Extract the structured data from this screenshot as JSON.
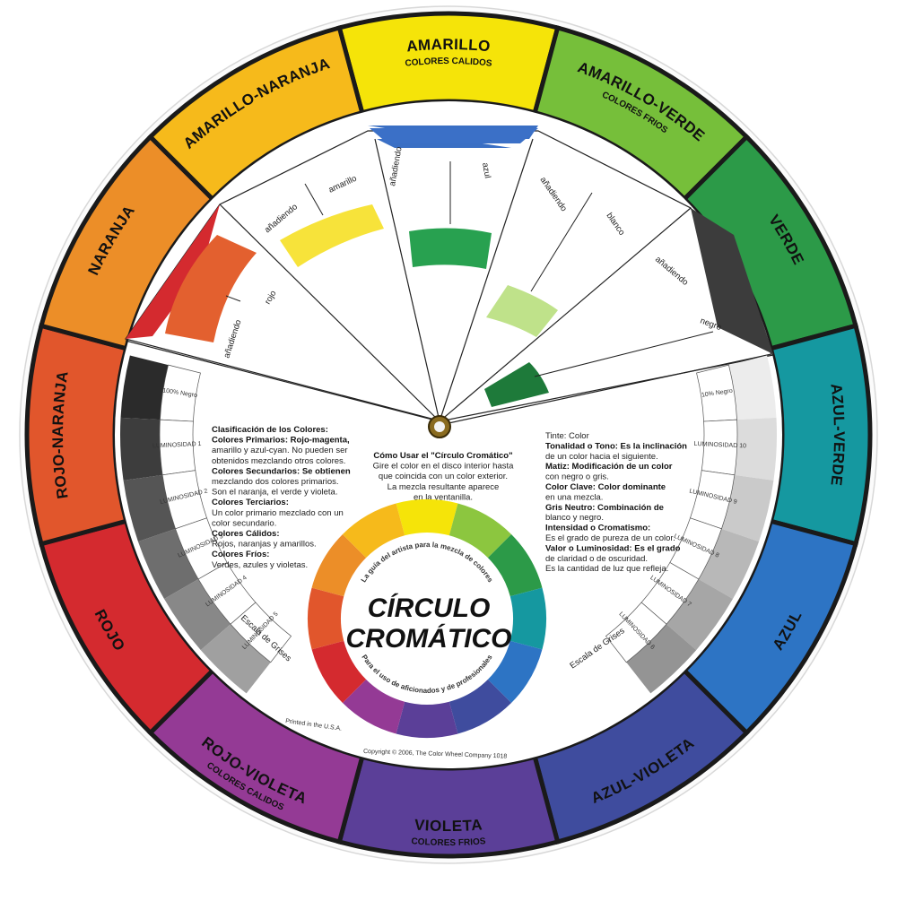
{
  "outer_ring": [
    {
      "label": "AMARILLO",
      "color": "#f5e409",
      "sub": "COLORES CALIDOS"
    },
    {
      "label": "AMARILLO-VERDE",
      "color": "#76bf3a",
      "sub": "COLORES FRIOS"
    },
    {
      "label": "VERDE",
      "color": "#2c9a48",
      "sub": ""
    },
    {
      "label": "AZUL-VERDE",
      "color": "#1598a0",
      "sub": ""
    },
    {
      "label": "AZUL",
      "color": "#2d74c4",
      "sub": ""
    },
    {
      "label": "AZUL-VIOLETA",
      "color": "#3f4c9e",
      "sub": ""
    },
    {
      "label": "VIOLETA",
      "color": "#5b3f98",
      "sub": "COLORES FRIOS"
    },
    {
      "label": "ROJO-VIOLETA",
      "color": "#943a95",
      "sub": "COLORES CALIDOS"
    },
    {
      "label": "ROJO",
      "color": "#d42a2f",
      "sub": ""
    },
    {
      "label": "ROJO-NARANJA",
      "color": "#e1562c",
      "sub": ""
    },
    {
      "label": "NARANJA",
      "color": "#ec8e28",
      "sub": ""
    },
    {
      "label": "AMARILLO-NARANJA",
      "color": "#f6ba1b",
      "sub": ""
    }
  ],
  "window_labels": {
    "a1": "añadiendo",
    "a1b": "azul",
    "a2": "añadiendo",
    "a2b": "blanco",
    "a3": "añadiendo",
    "a3b": "negro",
    "a4": "añadiendo",
    "a4b": "amarillo",
    "a5": "añadiendo",
    "a5b": "rojo"
  },
  "left_text": {
    "heading": "Clasificación de los Colores:",
    "l1": "Colores Primarios: Rojo-magenta,",
    "l2": "amarillo y azul-cyan.  No pueden ser",
    "l3": "obtenidos mezclando otros colores.",
    "l4": "Colores Secundarios: Se obtienen",
    "l5": "mezclando dos colores primarios.",
    "l6": "Son el naranja, el verde y violeta.",
    "l7": "Colores Terciarios:",
    "l8": "Un color primario mezclado con un",
    "l9": "color secundario.",
    "l10": "Colores Cálidos:",
    "l11": "Rojos, naranjas y amarillos.",
    "l12": "Colores Fríos:",
    "l13": "Verdes, azules y violetas."
  },
  "center_text": {
    "heading": "Cómo Usar el \"Círculo Cromático\"",
    "l1": "Gire el color en el disco interior hasta",
    "l2": "que coincida con un color exterior.",
    "l3": "La mezcla resultante aparece",
    "l4": "en la ventanilla."
  },
  "right_text": {
    "l1": "Tinte: Color",
    "l2": "Tonalidad o Tono: Es la inclinación",
    "l3": "de un color hacia el siguiente.",
    "l4": "Matiz: Modificación de un color",
    "l5": "con negro o gris.",
    "l6": "Color Clave: Color dominante",
    "l7": "en una mezcla.",
    "l8": "Gris Neutro: Combinación de",
    "l9": "blanco y negro.",
    "l10": "Intensidad o Cromatismo:",
    "l11": "Es el grado de pureza de un color.",
    "l12": "Valor o Luminosidad: Es el grado",
    "l13": "de claridad o de oscuridad.",
    "l14": "Es la cantidad de luz que refleja."
  },
  "gray_scale": {
    "label_left": "Escala de Grises",
    "label_right": "Escala de Grises",
    "left_steps": [
      "100% Negro",
      "LUMINOSIDAD 1",
      "LUMINOSIDAD 2",
      "LUMINOSIDAD 3",
      "LUMINOSIDAD 4",
      "LUMINOSIDAD 5"
    ],
    "right_steps": [
      "10% Negro",
      "LUMINOSIDAD 10",
      "LUMINOSIDAD 9",
      "LUMINOSIDAD 8",
      "LUMINOSIDAD 7",
      "LUMINOSIDAD 6"
    ]
  },
  "inner_wheel": {
    "title_line1": "CÍRCULO",
    "title_line2": "CROMÁTICO",
    "arc_top": "La guía del artista para la mezcla de colores",
    "arc_bottom": "Para el uso de aficionados y de profesionales",
    "colors": [
      "#f5e409",
      "#8cc63f",
      "#2c9a48",
      "#1598a0",
      "#2d74c4",
      "#3f4c9e",
      "#5b3f98",
      "#943a95",
      "#d42a2f",
      "#e1562c",
      "#ec8e28",
      "#f6ba1b"
    ]
  },
  "footer": {
    "printed": "Printed in the U.S.A.",
    "copyright": "Copyright © 2006, The Color Wheel Company   1018"
  }
}
